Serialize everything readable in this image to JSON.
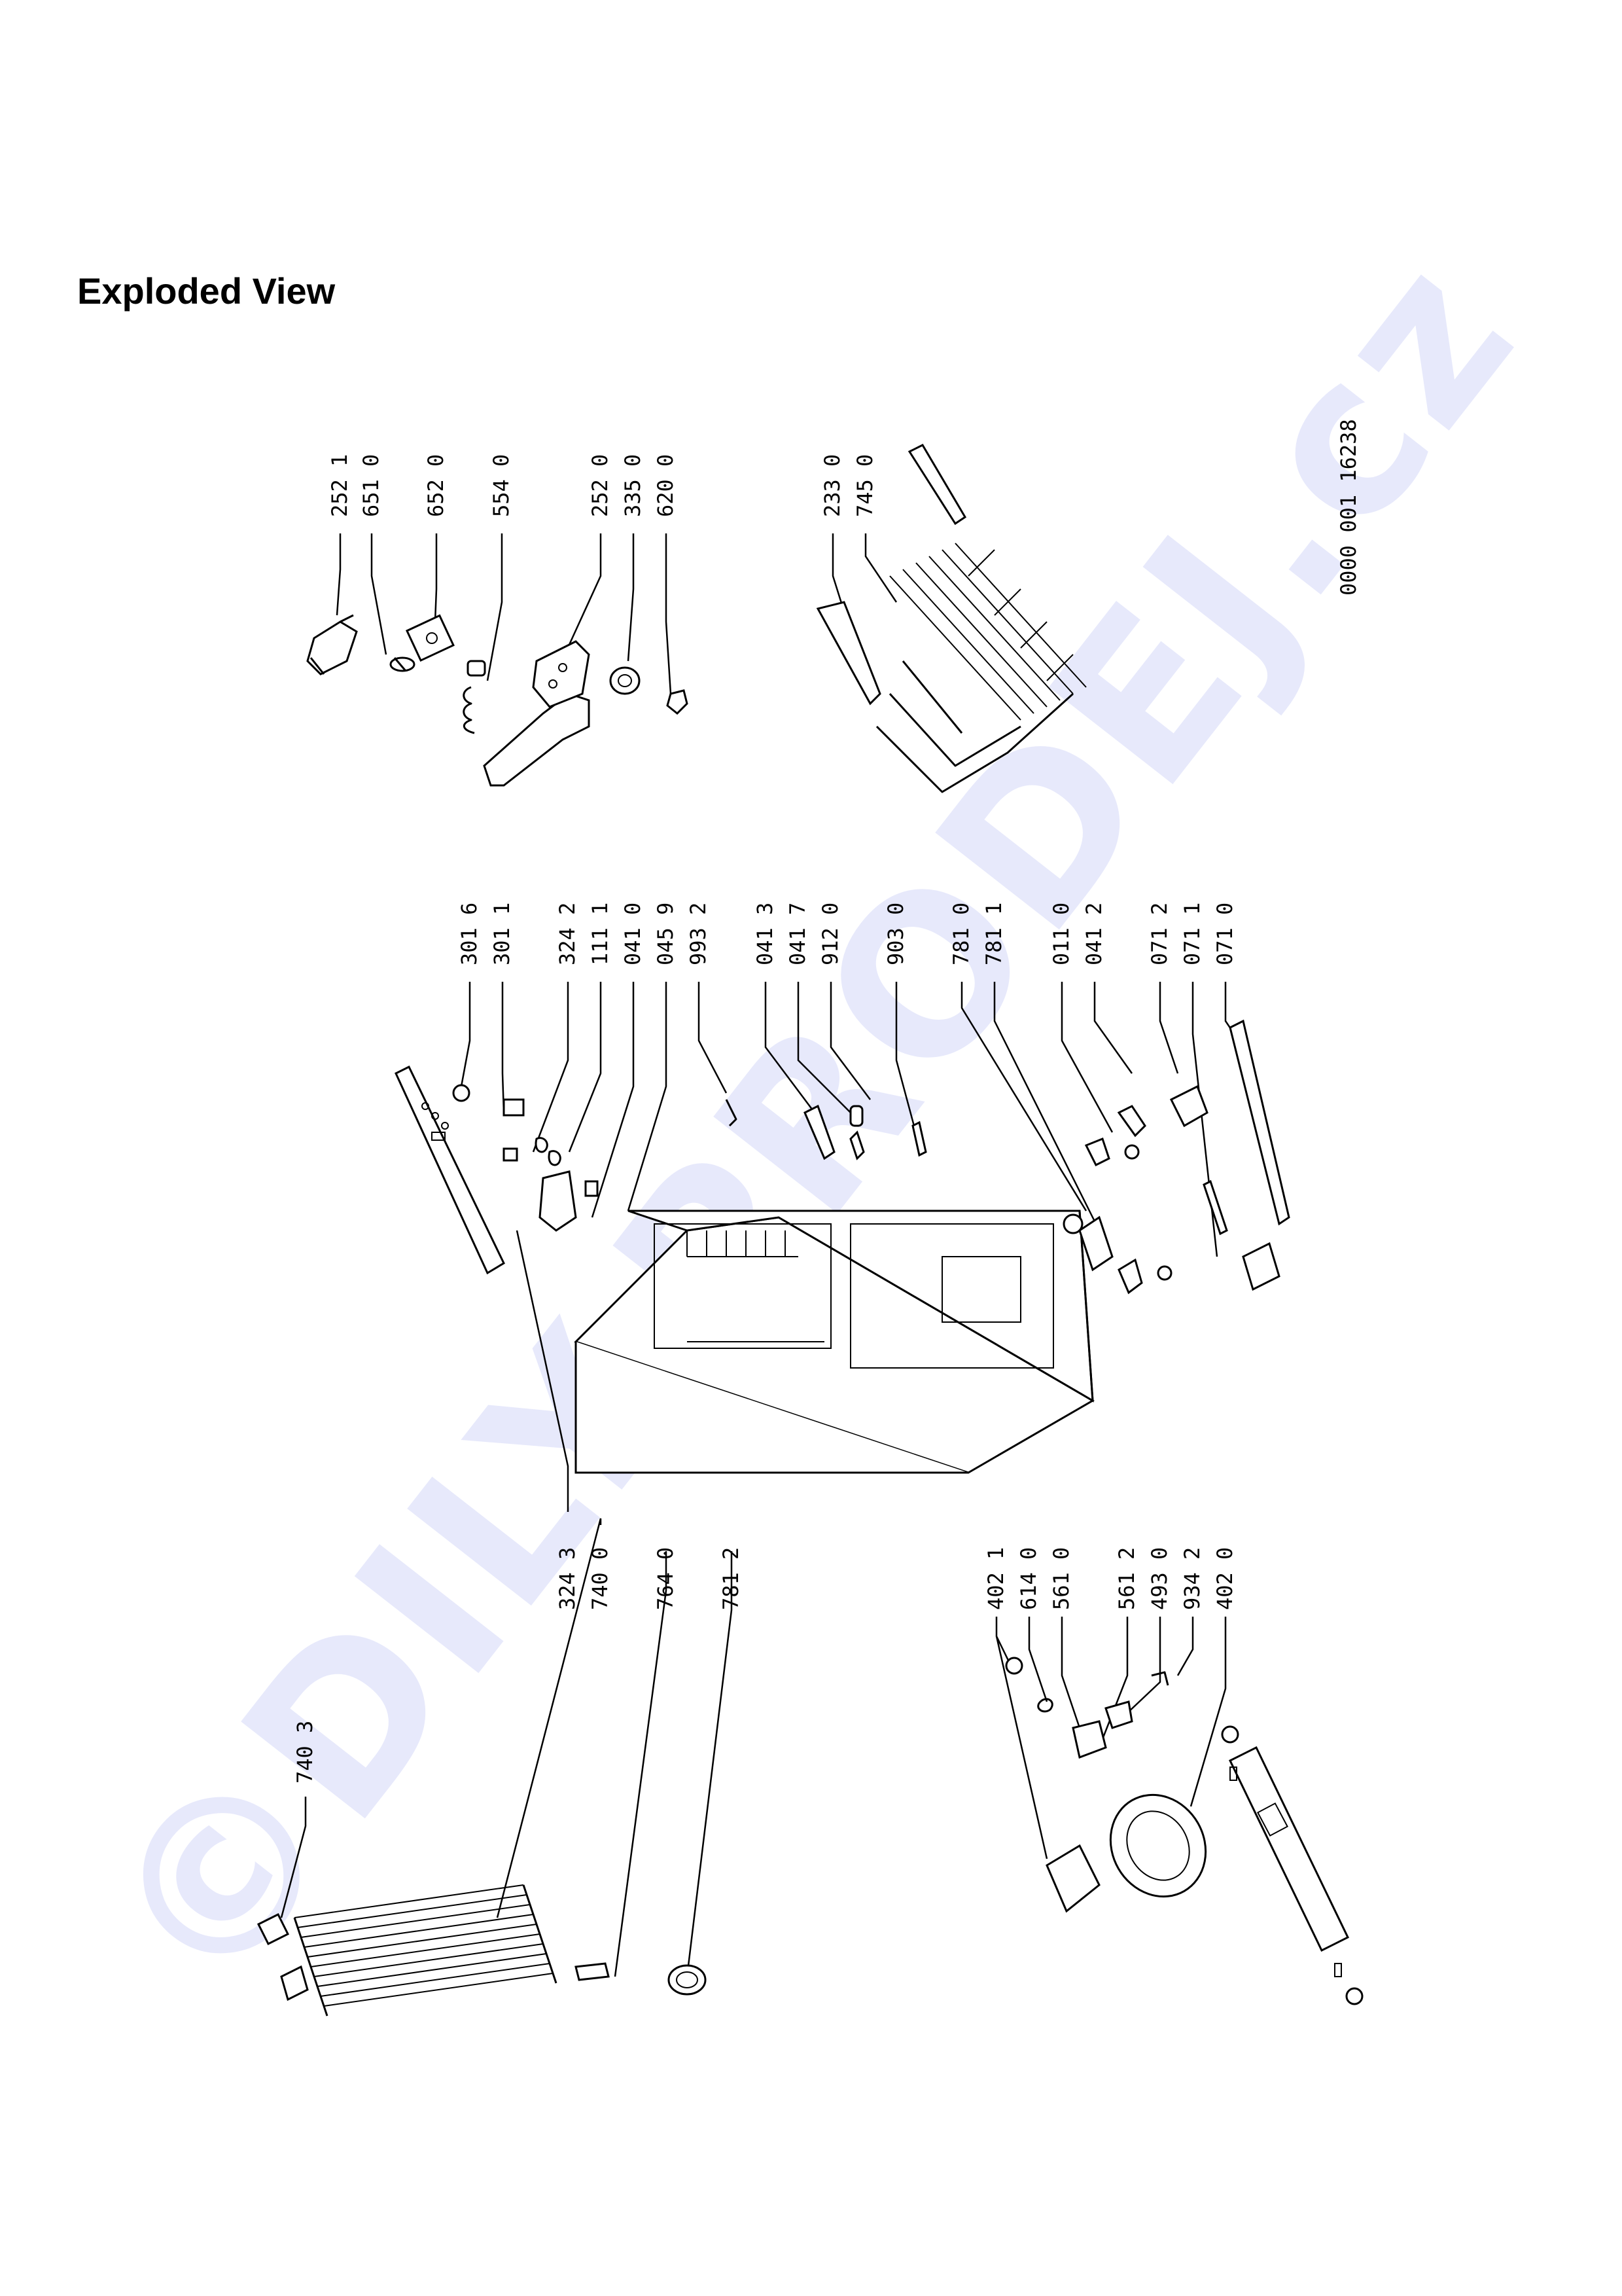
{
  "page": {
    "title": "Exploded View"
  },
  "watermark": "©DILY-PRODEJ.cz",
  "document_code": "0000 001 16238",
  "labels": {
    "top_right_group": [
      "252 1",
      "651 0",
      "652 0",
      "554 0",
      "252 0",
      "335 0",
      "620 0"
    ],
    "shelf_group": [
      "233 0",
      "745 0"
    ],
    "cabinet_group": [
      "301 6",
      "301 1",
      "324 2",
      "111 1",
      "041 0",
      "045 9",
      "993 2",
      "041 3",
      "041 7",
      "912 0",
      "903 0",
      "781 0",
      "781 1",
      "011 0",
      "041 2",
      "071 2",
      "071 1",
      "071 0"
    ],
    "left_group": [
      "324 3",
      "740 0",
      "764 0",
      "781 2"
    ],
    "condenser_group": [
      "740 3"
    ],
    "compressor_group": [
      "402 1",
      "614 0",
      "561 0",
      "561 2",
      "493 0",
      "934 2",
      "402 0"
    ]
  }
}
